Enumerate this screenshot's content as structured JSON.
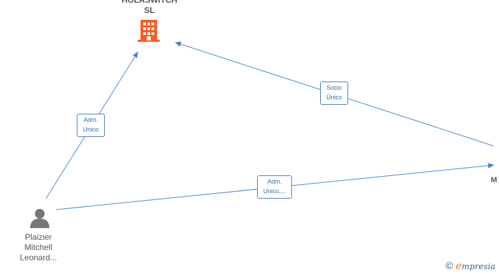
{
  "nodes": {
    "company": {
      "name_line1": "HOLASWITCH",
      "name_line2": "SL",
      "icon": "building-icon",
      "color": "#ff5a1f"
    },
    "person": {
      "name_line1": "Plaizier",
      "name_line2": "Mitchell",
      "name_line3": "Leonard...",
      "icon": "person-icon",
      "color": "#777777"
    },
    "offscreen": {
      "partial_name": "M"
    }
  },
  "edges": [
    {
      "label_line1": "Adm.",
      "label_line2": "Unico"
    },
    {
      "label_line1": "Socio",
      "label_line2": "Único"
    },
    {
      "label_line1": "Adm.",
      "label_line2": "Unico,..."
    }
  ],
  "edge_color": "#4a86d0",
  "brand": {
    "copyright_symbol": "©",
    "initial": "e",
    "rest": "mpresia"
  }
}
